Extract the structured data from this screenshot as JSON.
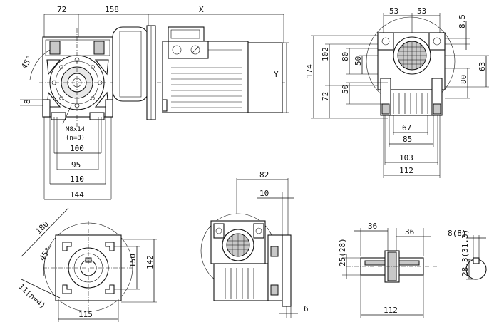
{
  "front_view": {
    "dim_72": "72",
    "dim_158": "158",
    "dim_x": "X",
    "dim_y": "Y",
    "angle_45": "45°",
    "dim_8": "8",
    "thread_label": "M8x14",
    "thread_count": "(n=8)",
    "dim_100": "100",
    "dim_95": "95",
    "dim_110": "110",
    "dim_144": "144"
  },
  "side_view": {
    "dim_53a": "53",
    "dim_53b": "53",
    "dim_8_5": "8.5",
    "dim_174": "174",
    "dim_102": "102",
    "dim_80a": "80",
    "dim_50a": "50",
    "dim_72": "72",
    "dim_50b": "50",
    "dim_63": "63",
    "dim_80b": "80",
    "dim_67": "67",
    "dim_85": "85",
    "dim_103": "103",
    "dim_112": "112"
  },
  "flange_view": {
    "dim_180": "180",
    "angle_45": "45°",
    "dim_150": "150",
    "dim_142": "142",
    "holes": "11(n=4)",
    "dim_115": "115"
  },
  "bottom_view": {
    "dim_82": "82",
    "dim_10": "10",
    "dim_6": "6"
  },
  "shaft_view": {
    "dim_36a": "36",
    "dim_36b": "36",
    "dim_8": "8(8)",
    "dim_25": "25(28)",
    "dim_28_3": "28.3(31.3)",
    "dim_112": "112"
  }
}
